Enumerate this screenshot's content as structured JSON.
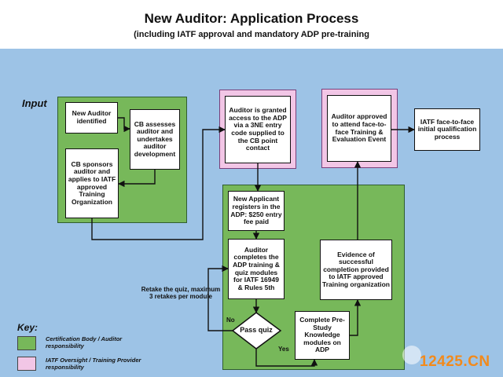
{
  "header": {
    "title": "New Auditor: Application Process",
    "subtitle": "(including IATF approval and mandatory ADP pre-training"
  },
  "labels": {
    "input": "Input",
    "retake": "Retake the quiz, maximum 3 retakes per module",
    "no": "No",
    "yes": "Yes"
  },
  "nodes": {
    "new_auditor": "New Auditor identified",
    "cb_assesses": "CB assesses auditor and undertakes auditor development",
    "cb_sponsors": "CB sponsors auditor and applies to IATF approved Training Organization",
    "granted_access": "Auditor is granted access to the ADP via a 3NE entry code supplied to the CB point contact",
    "approved_attend": "Auditor approved to attend face-to-face Training & Evaluation Event",
    "initial_qualification": "IATF face-to-face initial qualification process",
    "new_applicant": "New Applicant registers in the ADP: $250 entry fee paid",
    "completes_training": "Auditor completes the ADP training & quiz modules for IATF 16949 & Rules 5th",
    "evidence": "Evidence of successful completion provided to IATF approved Training organization",
    "pass_quiz": "Pass quiz",
    "pre_study": "Complete Pre-Study Knowledge modules on ADP"
  },
  "key": {
    "title": "Key:",
    "green_text": "Certification Body / Auditor responsibility",
    "pink_text": "IATF Oversight / Training Provider responsibility"
  },
  "watermark": "12425.CN",
  "colors": {
    "background": "#9dc3e6",
    "cb_auditor": "#77b85a",
    "iatf_provider": "#f2c6e6",
    "watermark": "#f28a1c"
  }
}
